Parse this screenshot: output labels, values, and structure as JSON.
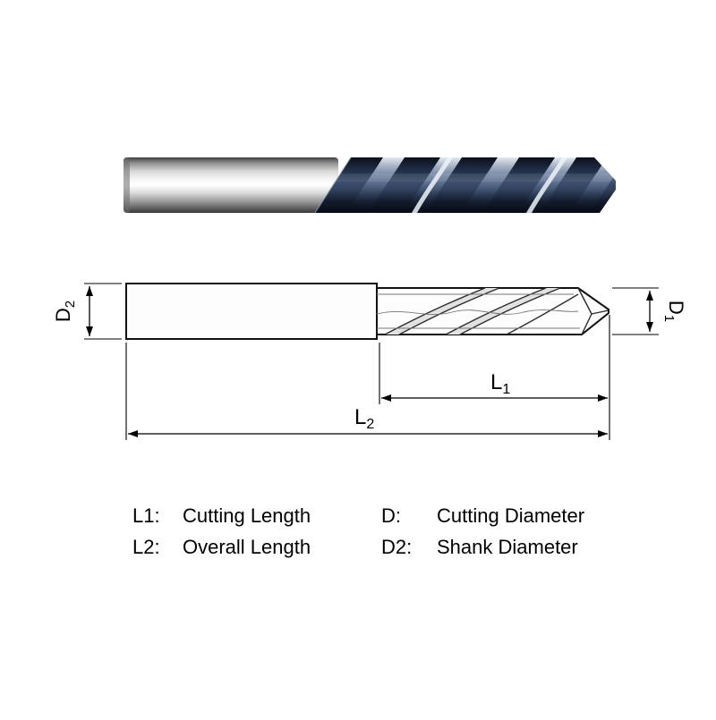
{
  "drawing": {
    "dim_d2": {
      "base": "D",
      "sub": "2"
    },
    "dim_d1": {
      "base": "D",
      "sub": "1"
    },
    "dim_l1": {
      "base": "L",
      "sub": "1"
    },
    "dim_l2": {
      "base": "L",
      "sub": "2"
    }
  },
  "legend": {
    "rows": [
      {
        "term1": "L1:",
        "desc1": "Cutting Length",
        "term2": "D:",
        "desc2": "Cutting Diameter"
      },
      {
        "term1": "L2:",
        "desc1": "Overall Length",
        "term2": "D2:",
        "desc2": "Shank Diameter"
      }
    ]
  },
  "colors": {
    "coating_dark": "#111a2b",
    "coating_highlight": "#a8bcd6",
    "shank_metal": "#d9d9d9",
    "line": "#000000"
  }
}
